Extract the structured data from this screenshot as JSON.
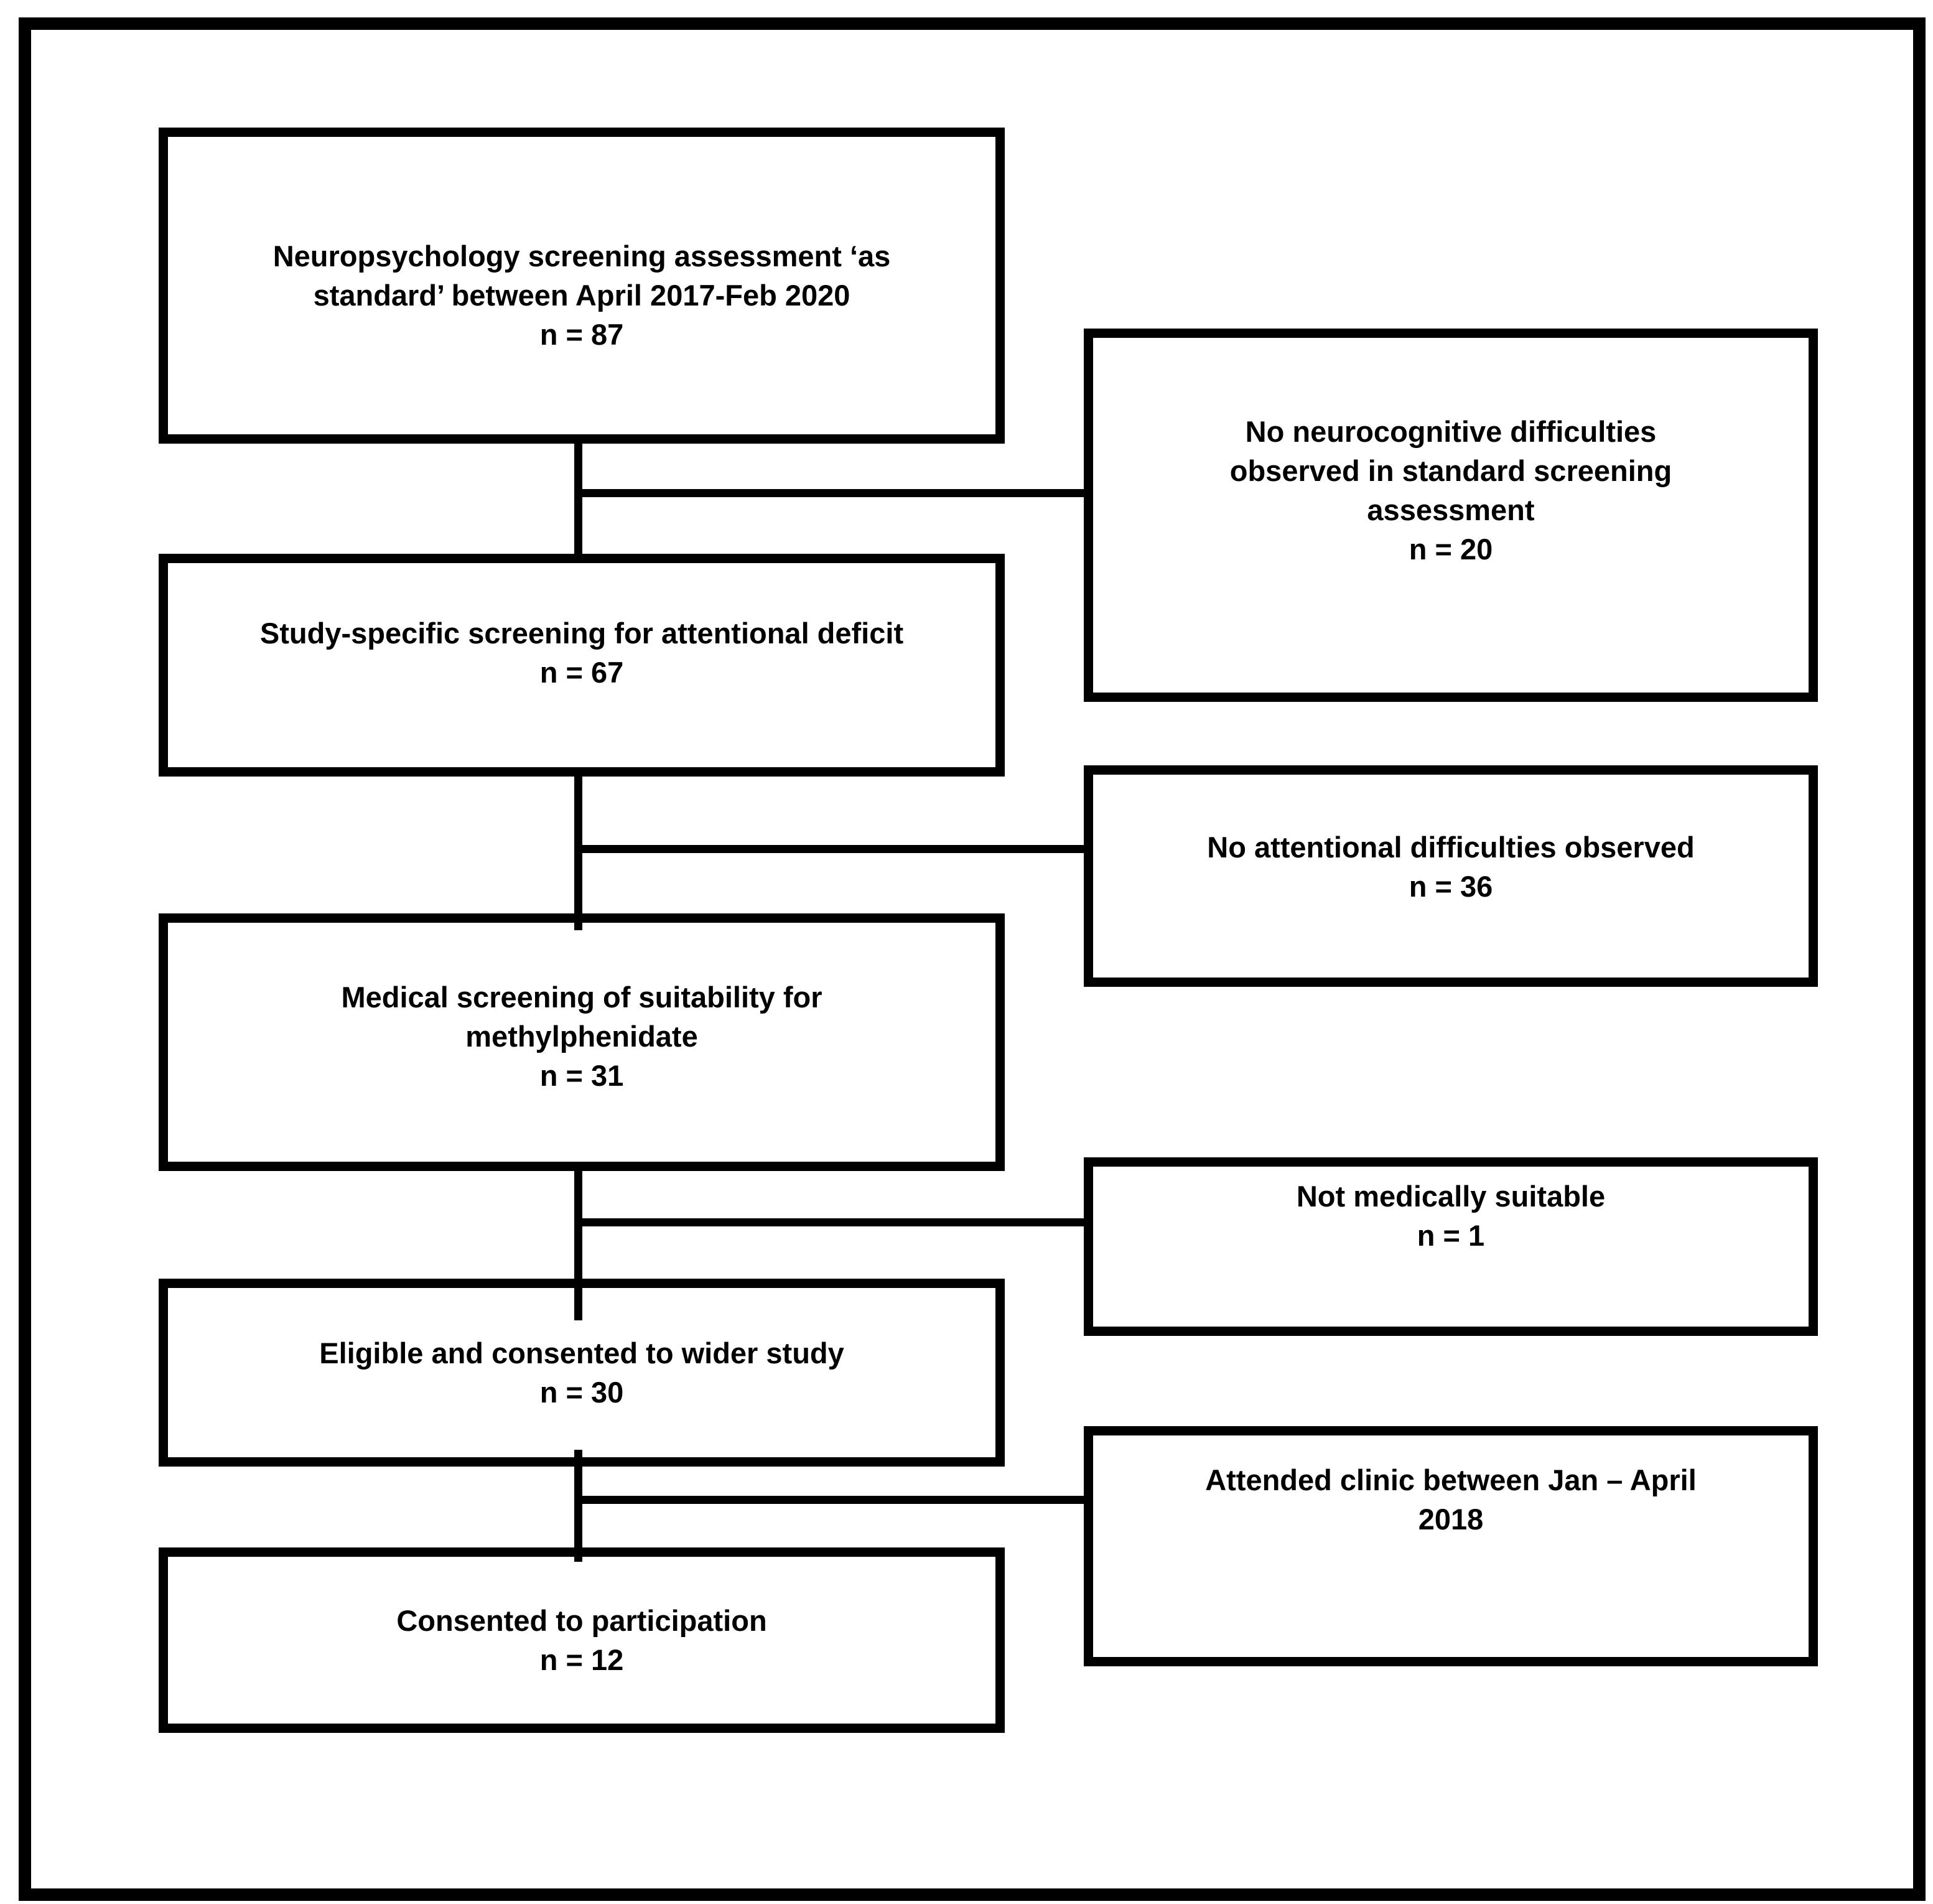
{
  "figure": {
    "type": "participant-flow-diagram",
    "background_color": "#ffffff",
    "line_color": "#000000"
  },
  "flow": {
    "main_boxes": [
      {
        "id": "neuropsychology-screening",
        "n": 87,
        "lines": [
          "Neuropsychology screening assessment ‘as",
          "standard’ between April 2017-Feb 2020",
          "n = 87"
        ]
      },
      {
        "id": "study-specific-screening",
        "n": 67,
        "lines": [
          "Study-specific screening for attentional deficit",
          "n = 67"
        ]
      },
      {
        "id": "medical-screening",
        "n": 31,
        "lines": [
          "Medical screening of suitability for",
          "methylphenidate",
          "n = 31"
        ]
      },
      {
        "id": "eligible-consented-wider-study",
        "n": 30,
        "lines": [
          "Eligible and consented to wider study",
          "n = 30"
        ]
      },
      {
        "id": "consented-participation",
        "n": 12,
        "lines": [
          "Consented to participation",
          "n = 12"
        ]
      }
    ],
    "exclusion_boxes": [
      {
        "id": "no-neurocognitive-difficulties",
        "n": 20,
        "lines": [
          "No neurocognitive difficulties",
          "observed in standard screening",
          "assessment",
          "n = 20"
        ]
      },
      {
        "id": "no-attentional-difficulties",
        "n": 36,
        "lines": [
          "No attentional difficulties observed",
          "n = 36"
        ]
      },
      {
        "id": "not-medically-suitable",
        "n": 1,
        "lines": [
          "Not medically suitable",
          "n = 1"
        ]
      },
      {
        "id": "attended-clinic",
        "n": null,
        "lines": [
          "Attended clinic between Jan – April",
          "2018"
        ]
      }
    ]
  }
}
